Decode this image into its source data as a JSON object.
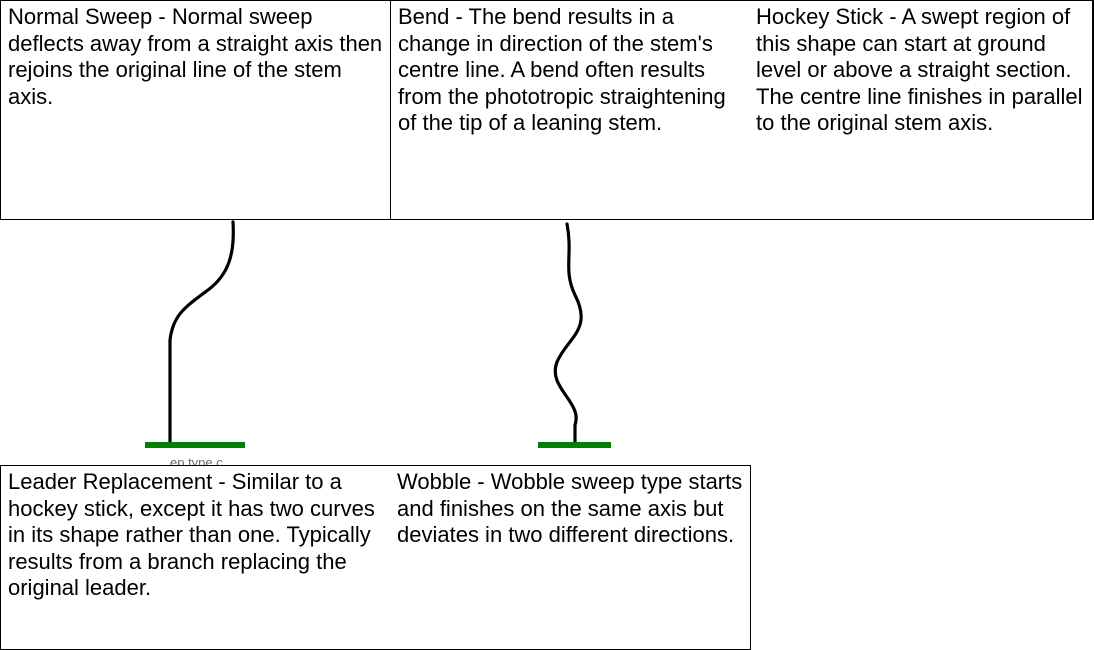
{
  "cells": [
    {
      "text": "Normal Sweep - Normal sweep deflects away from a straight axis then rejoins the original line of the stem axis."
    },
    {
      "text": "Bend - The bend results in a change in direction of the stem's centre line. A bend often results from the phototropic straightening of the tip of a leaning stem."
    },
    {
      "text": "Hockey Stick - A swept region of this shape can start at ground level or above a straight section. The centre line finishes in parallel to the original stem axis."
    },
    {
      "text": "Leader Replacement - Similar to a hockey stick, except it has two curves in its shape rather than one. Typically results from a branch replacing the original leader."
    },
    {
      "text": "Wobble - Wobble sweep type starts and finishes on the same axis but deviates in two different directions."
    }
  ],
  "drawings": {
    "stem_color": "#000000",
    "ground_color": "#008000",
    "caption_fragment": "ep type c"
  }
}
